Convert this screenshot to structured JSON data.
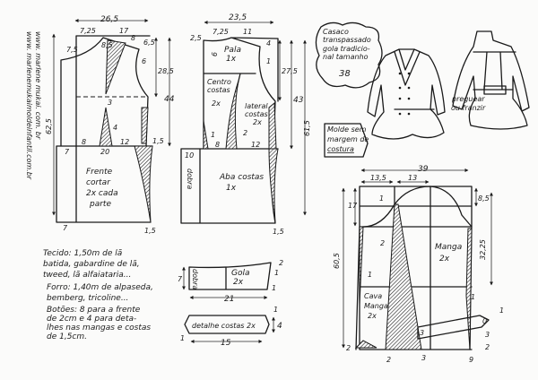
{
  "website": [
    "www. marlene mukai. com. br",
    "www. marlenemukaimoldeinfantil.com.br"
  ],
  "title_note": [
    "Casaco",
    "transpassado",
    "gola tradicio-",
    "nal tamanho",
    "38"
  ],
  "seam_note": [
    "Molde sem",
    "margem de",
    "costura"
  ],
  "coat_back_note": [
    "preguear",
    "ou franzir"
  ],
  "materials": {
    "tecido": [
      "Tecido: 1,50m de lã",
      "batida, gabardine de lã,",
      "tweed, lã alfaiataria..."
    ],
    "forro": [
      "Forro: 1,40m de alpaseda,",
      "bemberg, tricoline..."
    ],
    "botoes": [
      "Botões: 8 para a frente",
      "de 2cm e 4 para deta-",
      "lhes nas mangas e costas",
      "de 1,5cm."
    ]
  },
  "front": {
    "label": [
      "Frente",
      "cortar",
      "2x cada",
      "parte"
    ],
    "dims": [
      "26,5",
      "7,25",
      "17",
      "7,5",
      "8,5",
      "8",
      "6,5",
      "6",
      "28,5",
      "44",
      "62,5",
      "3",
      "4",
      "8",
      "12",
      "1,5",
      "7",
      "20",
      "7",
      "1,5"
    ]
  },
  "back": {
    "yoke_label": [
      "Pala",
      "1x"
    ],
    "center_label": [
      "Centro",
      "costas",
      "2x"
    ],
    "side_label": [
      "lateral",
      "costas",
      "2x"
    ],
    "skirt_label": [
      "Aba costas",
      "1x"
    ],
    "fold": "dobra",
    "dims": [
      "23,5",
      "7,25",
      "11",
      "2,5",
      "9",
      "4",
      "1",
      "27,5",
      "43",
      "1",
      "2",
      "8",
      "12",
      "10",
      "1,5",
      "61,5"
    ]
  },
  "collar": {
    "label": [
      "Gola",
      "2x"
    ],
    "fold": "dobra",
    "dims": [
      "7",
      "2",
      "1",
      "1",
      "21"
    ]
  },
  "back_detail": {
    "label": "detalhe costas 2x",
    "dims": [
      "1",
      "4",
      "1",
      "15"
    ]
  },
  "sleeve": {
    "label": [
      "Manga",
      "2x"
    ],
    "under_label": [
      "Cava",
      "Manga",
      "2x"
    ],
    "dims": [
      "39",
      "13,5",
      "13",
      "17",
      "1",
      "8,5",
      "60,5",
      "32,25",
      "2",
      "1",
      "1",
      "0",
      "1",
      "3",
      "3",
      "2",
      "2",
      "2",
      "3",
      "9"
    ]
  }
}
